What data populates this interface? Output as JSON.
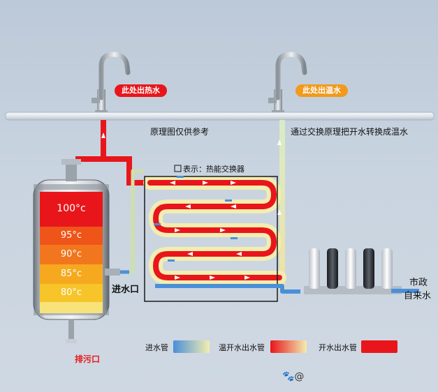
{
  "labels": {
    "hot_outlet": "此处出热水",
    "warm_outlet": "此处出温水",
    "principle_note": "原理图仅供参考",
    "exchange_note": "通过交换原理把开水转换成温水",
    "heat_exchanger_legend": "表示：热能交换器",
    "inlet": "进水口",
    "drain": "排污口",
    "municipal_line1": "市政",
    "municipal_line2": "自来水",
    "watermark": "🐾@"
  },
  "tank_levels": [
    "100°c",
    "95°c",
    "90°c",
    "85°c",
    "80°c"
  ],
  "legend": [
    {
      "label": "进水管"
    },
    {
      "label": "温开水出水管"
    },
    {
      "label": "开水出水管"
    }
  ],
  "colors": {
    "hot_red": "#e8161b",
    "warm_orange": "#f29a1c",
    "inlet_blue": "#4a90d9",
    "pale_yellow": "#f3edb0"
  }
}
